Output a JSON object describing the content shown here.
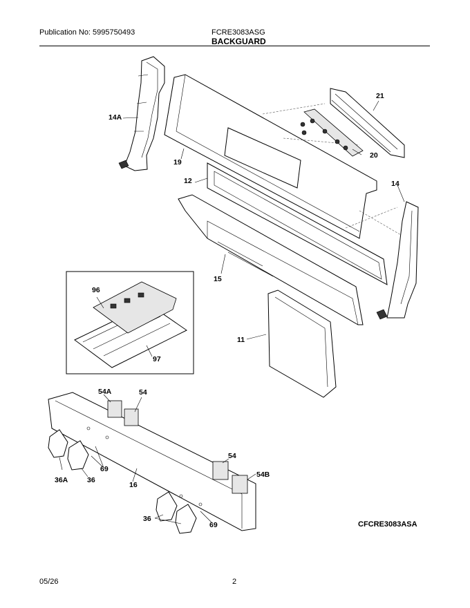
{
  "header": {
    "publication": "Publication No: 5995750493",
    "model": "FCRE3083ASG",
    "section": "BACKGUARD"
  },
  "callouts": {
    "c14A": "14A",
    "c19": "19",
    "c21": "21",
    "c20": "20",
    "c12": "12",
    "c14": "14",
    "c15": "15",
    "c96": "96",
    "c97": "97",
    "c11": "11",
    "c54A": "54A",
    "c54_top": "54",
    "c69_left": "69",
    "c36A": "36A",
    "c36_left": "36",
    "c16": "16",
    "c54_right": "54",
    "c54B": "54B",
    "c36_bottom": "36",
    "c69_bottom": "69"
  },
  "figure_code": "CFCRE3083ASA",
  "footer": {
    "date": "05/26",
    "page": "2"
  }
}
